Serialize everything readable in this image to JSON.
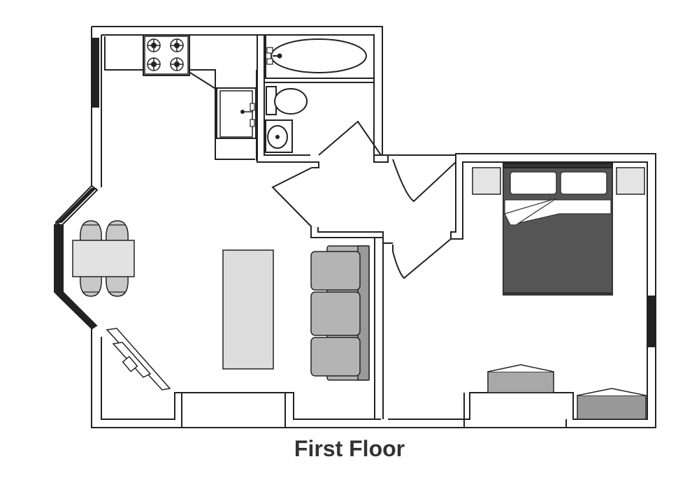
{
  "plan": {
    "title": "First Floor",
    "colors": {
      "wall": "#222222",
      "fixture_fill": "#ffffff",
      "furniture_light": "#dcdcdc",
      "furniture_mid": "#b4b4b4",
      "bed_dark": "#555555",
      "cabinet_gray": "#999999"
    },
    "rooms": [
      "kitchen",
      "bathroom",
      "hallway",
      "living-room",
      "bedroom"
    ],
    "icons": [
      "stove-icon",
      "sink-icon",
      "bathtub-icon",
      "toilet-icon",
      "basin-icon",
      "bed-icon",
      "sofa-icon",
      "dining-table-icon",
      "tv-icon"
    ]
  }
}
